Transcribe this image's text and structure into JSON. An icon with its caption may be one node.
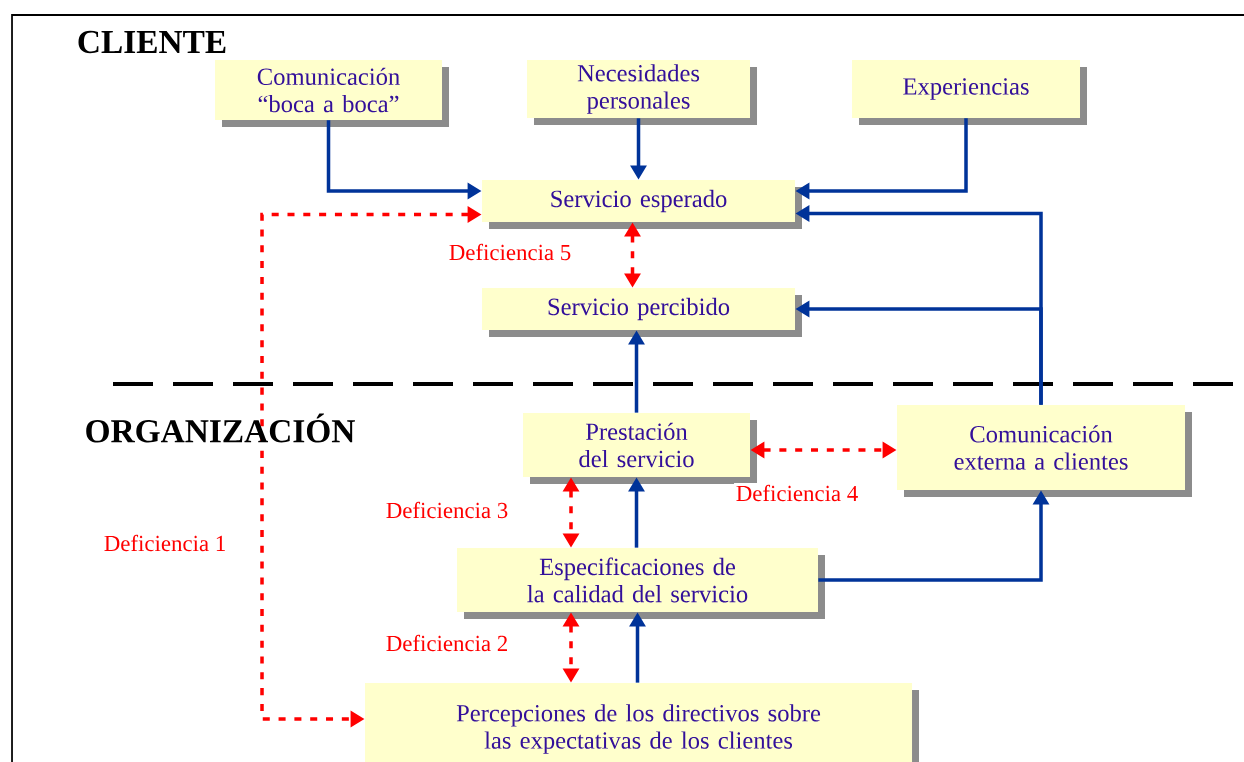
{
  "diagram": {
    "nodes": [
      {
        "text": [
          "Comunicación “boca a boca”"
        ]
      },
      {
        "text": [
          "Necesidades personales"
        ]
      },
      {
        "text": [
          "Experiencias"
        ]
      },
      {
        "text": [
          "Servicio esperado"
        ]
      },
      {
        "text": [
          "Servicio percibido"
        ]
      },
      {
        "text": [
          "Prestación del servicio"
        ]
      },
      {
        "text": [
          "Comunicación externa a clientes"
        ]
      },
      {
        "text": [
          "Especificaciones de la calidad del servicio"
        ]
      },
      {
        "text": [
          "Percepciones de los directivos sobre las expectativas de los clientes"
        ]
      }
    ],
    "edges": [
      {
        "from": 0,
        "to": 3,
        "arrow": "to"
      },
      {
        "from": 1,
        "to": 3,
        "arrow": "to"
      },
      {
        "from": 2,
        "to": 3,
        "arrow": "to"
      },
      {
        "from": 6,
        "to": 3,
        "arrow": "to"
      },
      {
        "from": 6,
        "to": 4,
        "arrow": "to"
      },
      {
        "from": 5,
        "to": 4,
        "arrow": "to"
      },
      {
        "from": 7,
        "to": 5,
        "arrow": "to"
      },
      {
        "from": 8,
        "to": 7,
        "arrow": "to"
      },
      {
        "from": 7,
        "to": 6,
        "arrow": "to"
      },
      {
        "from": 3,
        "to": 8,
        "arrow": "both",
        "label": "Deficiencia 1",
        "style": "dashed",
        "color": "#ff0000"
      },
      {
        "from": 3,
        "to": 4,
        "arrow": "both",
        "label": "Deficiencia 5",
        "style": "dashed",
        "color": "#ff0000"
      },
      {
        "from": 5,
        "to": 7,
        "arrow": "both",
        "label": "Deficiencia 3",
        "style": "dashed",
        "color": "#ff0000"
      },
      {
        "from": 7,
        "to": 8,
        "arrow": "both",
        "label": "Deficiencia 2",
        "style": "dashed",
        "color": "#ff0000"
      },
      {
        "from": 5,
        "to": 6,
        "arrow": "both",
        "label": "Deficiencia 4",
        "style": "dashed",
        "color": "#ff0000"
      }
    ],
    "labels": [
      "CLIENTE",
      "ORGANIZACIÓN"
    ]
  }
}
